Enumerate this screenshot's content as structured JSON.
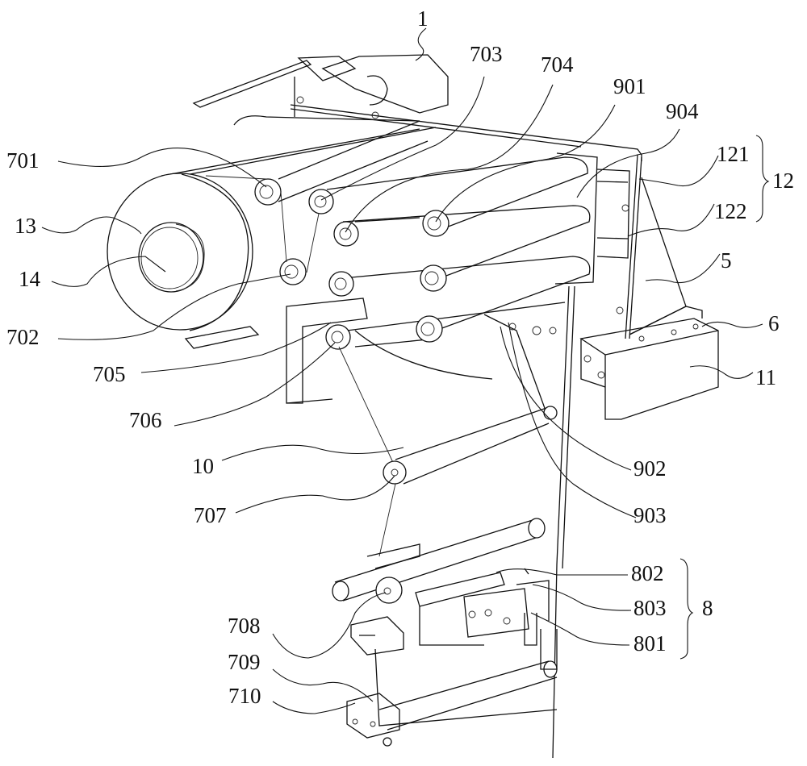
{
  "figure": {
    "type": "patent mechanical drawing",
    "labels": {
      "l1": "1",
      "l701": "701",
      "l702": "702",
      "l703": "703",
      "l704": "704",
      "l705": "705",
      "l706": "706",
      "l707": "707",
      "l708": "708",
      "l709": "709",
      "l710": "710",
      "l901": "901",
      "l902": "902",
      "l903": "903",
      "l904": "904",
      "l121": "121",
      "l122": "122",
      "l12": "12",
      "l13": "13",
      "l14": "14",
      "l5": "5",
      "l6": "6",
      "l10": "10",
      "l11": "11",
      "l801": "801",
      "l802": "802",
      "l803": "803",
      "l8": "8"
    },
    "groups": [
      {
        "name": "12",
        "members": [
          "121",
          "122"
        ]
      },
      {
        "name": "8",
        "members": [
          "802",
          "803",
          "801"
        ]
      }
    ]
  }
}
